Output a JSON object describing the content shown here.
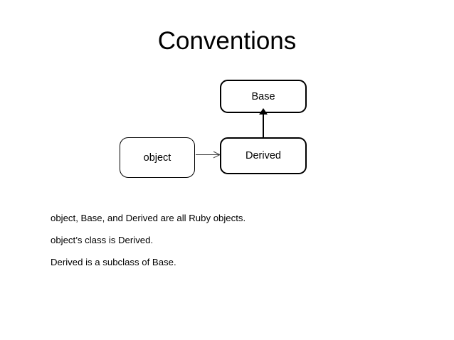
{
  "slide": {
    "title": "Conventions",
    "background_color": "#ffffff",
    "text_color": "#000000"
  },
  "diagram": {
    "type": "class-relationship-diagram",
    "nodes": [
      {
        "id": "base",
        "label": "Base"
      },
      {
        "id": "derived",
        "label": "Derived"
      },
      {
        "id": "object",
        "label": "object"
      }
    ],
    "edges": [
      {
        "id": "inheritance",
        "from": "derived",
        "to": "base",
        "direction": "up",
        "arrowhead": "solid-triangle",
        "label": ""
      },
      {
        "id": "instance-of",
        "from": "object",
        "to": "derived",
        "direction": "right",
        "arrowhead": "open-line",
        "label": ""
      }
    ]
  },
  "body": {
    "lines": [
      "object, Base, and Derived are all Ruby objects.",
      "object’s class is Derived.",
      "Derived is a subclass of Base."
    ]
  }
}
